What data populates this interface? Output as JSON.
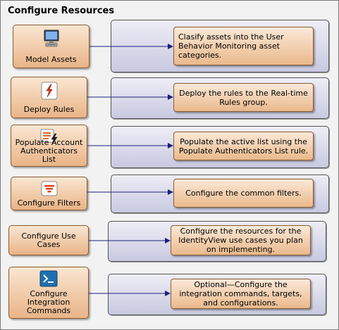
{
  "title": "Configure Resources",
  "steps": [
    {
      "label": "Model Assets",
      "icon": "monitor-icon",
      "description": "Clasify assets into the User Behavior Monitoring asset categories."
    },
    {
      "label": "Deploy Rules",
      "icon": "lightning-rule-icon",
      "description": "Deploy the rules to the Real-time Rules group."
    },
    {
      "label": "Populate Account Authenticators List",
      "icon": "list-lightning-icon",
      "description": "Populate the active list using the Populate Authenticators List rule."
    },
    {
      "label": "Configure Filters",
      "icon": "filter-icon",
      "description": "Configure the common filters."
    },
    {
      "label": "Configure Use Cases",
      "icon": "",
      "description": "Configure the resources for the IdentityView use cases you plan on implementing."
    },
    {
      "label": "Configure Integration Commands",
      "icon": "terminal-icon",
      "description": "Optional—Configure the integration commands, targets, and configurations."
    }
  ],
  "colors": {
    "step_fill": "#e9b487",
    "step_border": "#8a5a30",
    "lane_fill": "#d4d4e8",
    "arrow": "#1f1f80"
  }
}
